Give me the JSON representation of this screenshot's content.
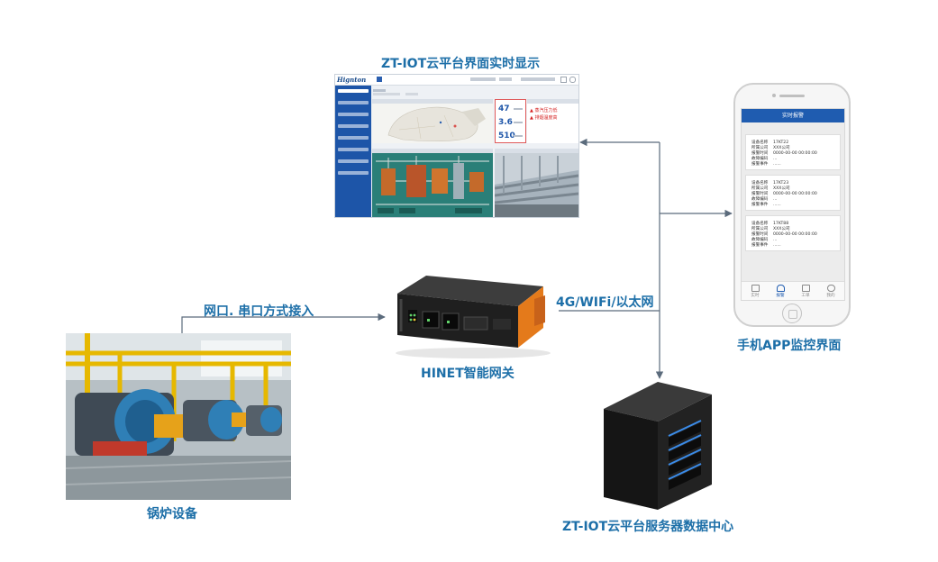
{
  "labels": {
    "dashboard_title": "ZT-IOT云平台界面实时显示",
    "phone_caption": "手机APP监控界面",
    "link_caption": "4G/WIFi/以太网",
    "access_caption": "网口. 串口方式接入",
    "gateway_caption": "HINET智能网关",
    "boiler_caption": "锅炉设备",
    "server_caption": "ZT-IOT云平台服务器数据中心"
  },
  "dashboard": {
    "logo": "Hignton",
    "stats": [
      "47",
      "3.6",
      "510"
    ],
    "alerts": [
      "蒸汽压力低",
      "排烟温度高"
    ]
  },
  "phone": {
    "header": "实时报警",
    "cards": [
      {
        "rows": [
          [
            "设备名称",
            "17KT22"
          ],
          [
            "所属公司",
            "XXX公司"
          ],
          [
            "报警时间",
            "0000-00-00 00:00:00"
          ],
          [
            "故障编码",
            "..."
          ],
          [
            "报警事件",
            "......"
          ]
        ]
      },
      {
        "rows": [
          [
            "设备名称",
            "17KT23"
          ],
          [
            "所属公司",
            "XXX公司"
          ],
          [
            "报警时间",
            "0000-00-00 00:00:00"
          ],
          [
            "故障编码",
            "..."
          ],
          [
            "报警事件",
            "......"
          ]
        ]
      },
      {
        "rows": [
          [
            "设备名称",
            "17KT88"
          ],
          [
            "所属公司",
            "XXX公司"
          ],
          [
            "报警时间",
            "0000-00-00 00:00:00"
          ],
          [
            "故障编码",
            "..."
          ],
          [
            "报警事件",
            "......"
          ]
        ]
      }
    ],
    "tabs": [
      "实时",
      "报警",
      "工单",
      "我的"
    ]
  },
  "colors": {
    "caption": "#1d6fa8",
    "connector": "#5b6b7c",
    "brand_blue": "#1d55a8",
    "alert_red": "#d52020",
    "gateway_orange": "#e47a1b"
  }
}
